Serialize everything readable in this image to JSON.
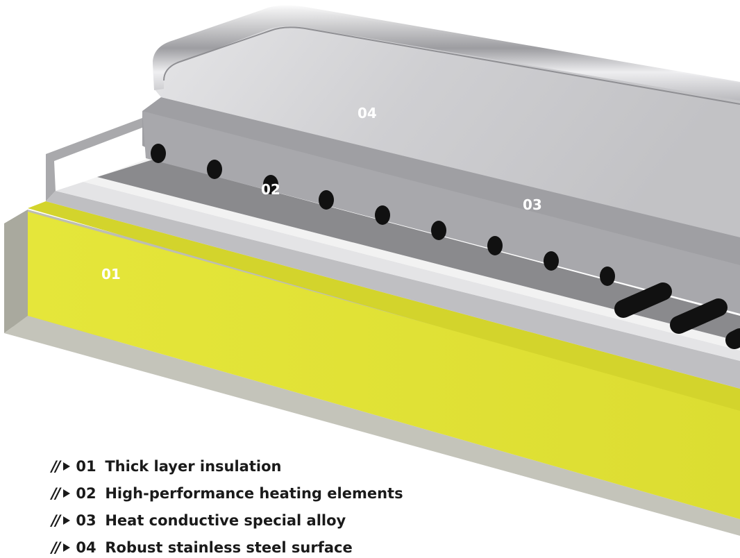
{
  "labels": {
    "l01": "01",
    "l02": "02",
    "l03": "03",
    "l04": "04"
  },
  "legend": [
    {
      "prefix": "//",
      "number": "01",
      "text": "Thick layer insulation"
    },
    {
      "prefix": "//",
      "number": "02",
      "text": "High-performance heating elements"
    },
    {
      "prefix": "//",
      "number": "03",
      "text": "Heat conductive special alloy"
    },
    {
      "prefix": "//",
      "number": "04",
      "text": "Robust stainless steel surface"
    }
  ],
  "colors": {
    "insulation": "#dfe032",
    "frame": "#b5b5a8",
    "alloy": "#a8a8ab",
    "steel": "#c9c9cc",
    "heating_element": "#111111"
  }
}
